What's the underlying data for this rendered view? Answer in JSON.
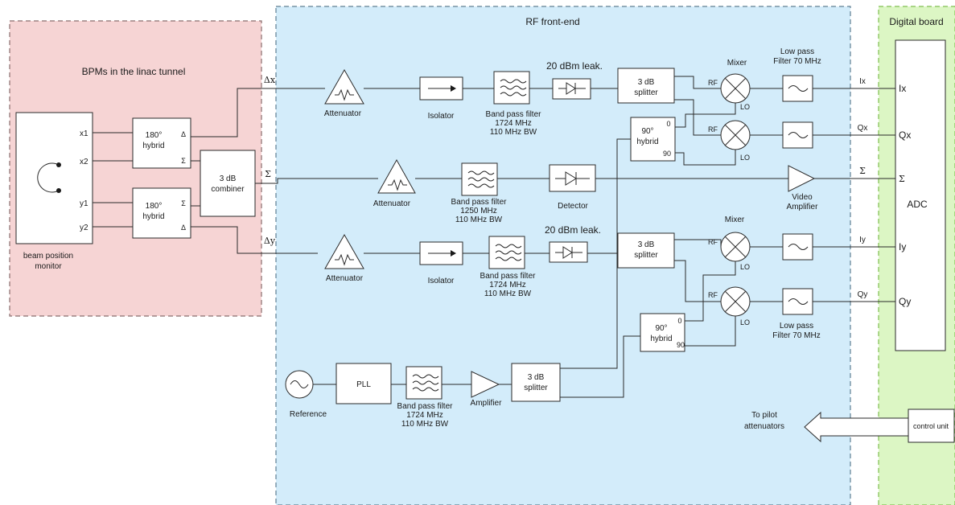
{
  "regions": {
    "bpm": "BPMs in the linac tunnel",
    "rf": "RF front-end",
    "digital": "Digital board"
  },
  "bpm": {
    "monitor_label": [
      "beam position",
      "monitor"
    ],
    "ports": [
      "x1",
      "x2",
      "y1",
      "y2"
    ],
    "hybrid": [
      "180°",
      "hybrid"
    ],
    "combiner": [
      "3 dB",
      "combiner"
    ],
    "delta": "Δ",
    "sigma": "Σ"
  },
  "signals": {
    "dx": "Δx",
    "dy": "Δy",
    "sigma": "Σ",
    "ix": "Ix",
    "qx": "Qx",
    "iy": "Iy",
    "qy": "Qy"
  },
  "components": {
    "attenuator": "Attenuator",
    "isolator": "Isolator",
    "bpf_1724": [
      "Band pass filter",
      "1724 MHz",
      "110 MHz BW"
    ],
    "bpf_1250": [
      "Band pass filter",
      "1250 MHz",
      "110 MHz BW"
    ],
    "leak": "20 dBm leak.",
    "splitter": [
      "3 dB",
      "splitter"
    ],
    "mixer": "Mixer",
    "rf": "RF",
    "lo": "LO",
    "lpf": [
      "Low pass",
      "Filter 70 MHz"
    ],
    "hybrid90": [
      "90°",
      "hybrid"
    ],
    "port0": "0",
    "port90": "90",
    "detector": "Detector",
    "video_amp": [
      "Video",
      "Amplifier"
    ],
    "reference": "Reference",
    "pll": "PLL",
    "amplifier": "Amplifier",
    "pilot": [
      "To pilot",
      "attenuators"
    ]
  },
  "digital": {
    "adc": "ADC",
    "inputs": [
      "Ix",
      "Qx",
      "Σ",
      "Iy",
      "Qy"
    ],
    "control": "control unit"
  },
  "colors": {
    "bpm_fill": "#f6d4d4",
    "bpm_border": "#8a6e6e",
    "rf_fill": "#d3ecfa",
    "rf_border": "#5f7f92",
    "digital_fill": "#dcf6c4",
    "digital_border": "#7fbf4f"
  }
}
